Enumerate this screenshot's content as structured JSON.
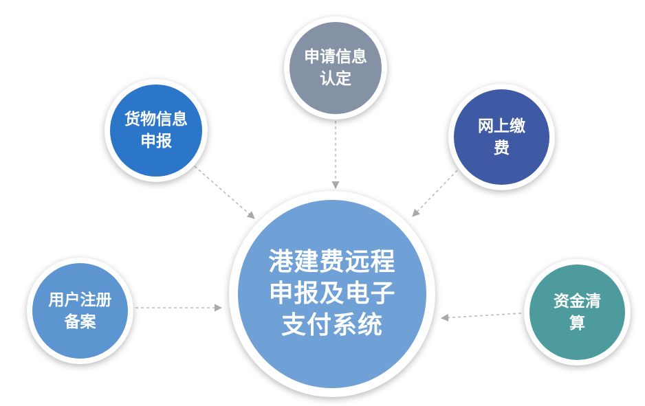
{
  "diagram": {
    "center": {
      "label": "港建费远程申报及电子支付系统",
      "color": "#6fa0d6"
    },
    "nodes": {
      "apply": {
        "label": "申请信息认定",
        "color": "#8592a6"
      },
      "goods": {
        "label": "货物信息申报",
        "color": "#2c76c9"
      },
      "pay": {
        "label": "网上缴费",
        "color": "#3f5aa5"
      },
      "user": {
        "label": "用户注册备案",
        "color": "#5c95cf"
      },
      "settle": {
        "label": "资金清算",
        "color": "#4e9b9e"
      }
    },
    "connector_color": "#b9b9b9"
  }
}
